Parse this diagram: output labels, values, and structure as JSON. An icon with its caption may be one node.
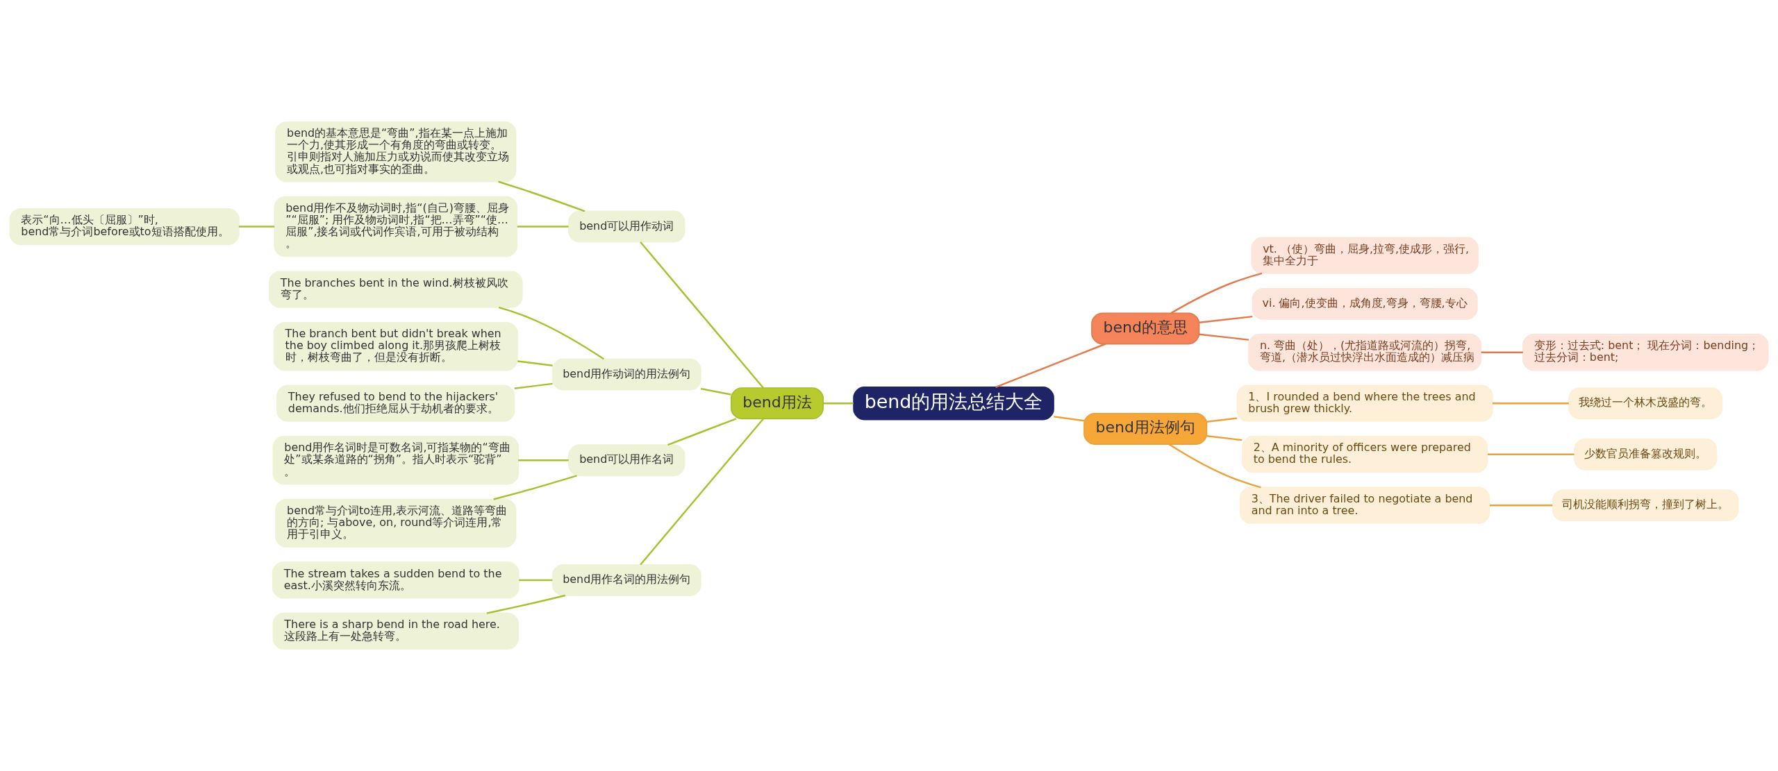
{
  "diagram": {
    "nodes": [
      {
        "text": [
          "bend的用法总结大全"
        ]
      },
      {
        "text": [
          "bend用法"
        ]
      },
      {
        "text": [
          "bend可以用作动词"
        ]
      },
      {
        "text": [
          "bend的基本意思是“弯曲”,指在某一点上施加一个力,使其形成一个有角度的弯曲或转变。引申则指对人施加压力或劝说而使其改变立场或观点,也可指对事实的歪曲。"
        ]
      },
      {
        "text": [
          "bend用作不及物动词时,指“(自己)弯腰、屈身”“屈服”; 用作及物动词时,指“把…弄弯”“使…屈服”,接名词或代词作宾语,可用于被动结构。"
        ]
      },
      {
        "text": [
          "表示“向…低头〔屈服〕”时, bend常与介词before或to短语搭配使用。"
        ]
      },
      {
        "text": [
          "bend用作动词的用法例句"
        ]
      },
      {
        "text": [
          "The branches bent in the wind.树枝被风吹弯了。"
        ]
      },
      {
        "text": [
          "The branch bent but didn't break when the boy climbed along it.那男孩爬上树枝时，树枝弯曲了，但是没有折断。"
        ]
      },
      {
        "text": [
          "They refused to bend to the hijackers' demands.他们拒绝屈从于劫机者的要求。"
        ]
      },
      {
        "text": [
          "bend可以用作名词"
        ]
      },
      {
        "text": [
          "bend用作名词时是可数名词,可指某物的“弯曲处”或某条道路的“拐角”。指人时表示“驼背”。"
        ]
      },
      {
        "text": [
          "bend常与介词to连用,表示河流、道路等弯曲的方向; 与above, on, round等介词连用,常用于引申义。"
        ]
      },
      {
        "text": [
          "bend用作名词的用法例句"
        ]
      },
      {
        "text": [
          "The stream takes a sudden bend to the east.小溪突然转向东流。"
        ]
      },
      {
        "text": [
          "There is a sharp bend in the road here.这段路上有一处急转弯。"
        ]
      },
      {
        "text": [
          "bend的意思"
        ]
      },
      {
        "text": [
          "vt. （使）弯曲，屈身,拉弯,使成形，强行,集中全力于"
        ]
      },
      {
        "text": [
          "vi. 偏向,使变曲，成角度,弯身，弯腰,专心"
        ]
      },
      {
        "text": [
          "n. 弯曲（处），(尤指道路或河流的）拐弯,弯道,（潜水员过快浮出水面造成的）减压病"
        ]
      },
      {
        "text": [
          "变形：过去式: bent； 现在分词：bending；过去分词：bent;"
        ]
      },
      {
        "text": [
          "bend用法例句"
        ]
      },
      {
        "text": [
          "1、I rounded a bend where the trees and brush grew thickly."
        ]
      },
      {
        "text": [
          "2、A minority of officers were prepared to bend the rules."
        ]
      },
      {
        "text": [
          "3、The driver failed to negotiate a bend and ran into a tree."
        ]
      },
      {
        "text": [
          "我绕过一个林木茂盛的弯。"
        ]
      },
      {
        "text": [
          "少数官员准备篡改规则。"
        ]
      },
      {
        "text": [
          "司机没能顺利拐弯，撞到了树上。"
        ]
      }
    ],
    "edges": [
      {
        "from": 0,
        "to": 1,
        "arrow": "none"
      },
      {
        "from": 1,
        "to": 2,
        "arrow": "none"
      },
      {
        "from": 2,
        "to": 3,
        "arrow": "none"
      },
      {
        "from": 2,
        "to": 4,
        "arrow": "none"
      },
      {
        "from": 4,
        "to": 5,
        "arrow": "none"
      },
      {
        "from": 1,
        "to": 6,
        "arrow": "none"
      },
      {
        "from": 6,
        "to": 7,
        "arrow": "none"
      },
      {
        "from": 6,
        "to": 8,
        "arrow": "none"
      },
      {
        "from": 6,
        "to": 9,
        "arrow": "none"
      },
      {
        "from": 1,
        "to": 10,
        "arrow": "none"
      },
      {
        "from": 10,
        "to": 11,
        "arrow": "none"
      },
      {
        "from": 10,
        "to": 12,
        "arrow": "none"
      },
      {
        "from": 1,
        "to": 13,
        "arrow": "none"
      },
      {
        "from": 13,
        "to": 14,
        "arrow": "none"
      },
      {
        "from": 13,
        "to": 15,
        "arrow": "none"
      },
      {
        "from": 0,
        "to": 16,
        "arrow": "none",
        "color": "#e07b50"
      },
      {
        "from": 16,
        "to": 17,
        "arrow": "none",
        "color": "#e07b50"
      },
      {
        "from": 16,
        "to": 18,
        "arrow": "none",
        "color": "#e07b50"
      },
      {
        "from": 16,
        "to": 19,
        "arrow": "none",
        "color": "#e07b50"
      },
      {
        "from": 19,
        "to": 20,
        "arrow": "none",
        "color": "#e07b50"
      },
      {
        "from": 0,
        "to": 21,
        "arrow": "none",
        "color": "#eba23a"
      },
      {
        "from": 21,
        "to": 22,
        "arrow": "none",
        "color": "#eba23a"
      },
      {
        "from": 21,
        "to": 23,
        "arrow": "none",
        "color": "#eba23a"
      },
      {
        "from": 21,
        "to": 24,
        "arrow": "none",
        "color": "#eba23a"
      },
      {
        "from": 22,
        "to": 25,
        "arrow": "none",
        "color": "#eba23a"
      },
      {
        "from": 23,
        "to": 26,
        "arrow": "none",
        "color": "#eba23a"
      },
      {
        "from": 24,
        "to": 27,
        "arrow": "none",
        "color": "#eba23a"
      }
    ]
  }
}
